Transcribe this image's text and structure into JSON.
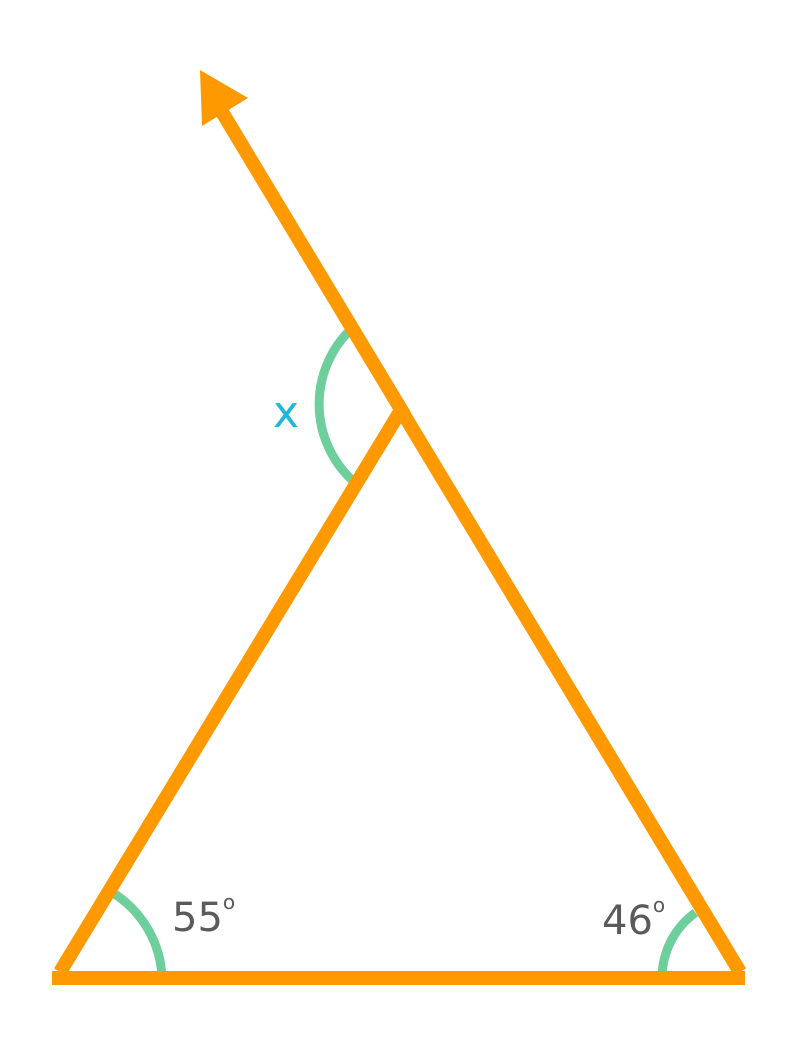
{
  "diagram": {
    "labels": {
      "exterior_angle": "x",
      "angle_left_value": "55",
      "angle_right_value": "46",
      "degree_mark": "o"
    },
    "colors": {
      "triangle": "#FF9900",
      "angle_arc": "#6ECF9C",
      "exterior_label": "#1FB6D9",
      "angle_label": "#5A5A5A",
      "background": "#FFFFFF"
    }
  }
}
